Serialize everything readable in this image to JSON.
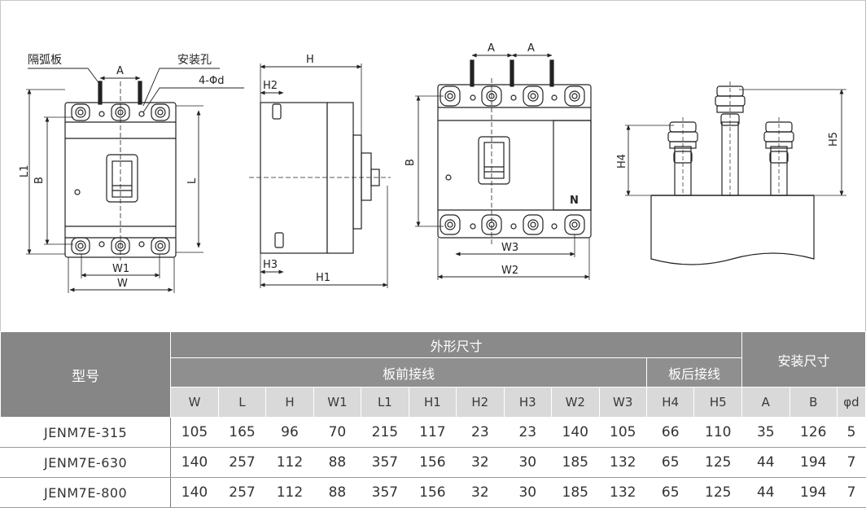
{
  "drawing": {
    "callouts": {
      "arc_plate": "隔弧板",
      "mount_hole": "安装孔",
      "hole_spec": "4-Φd"
    },
    "front_view": {
      "A": "A",
      "L1": "L1",
      "B": "B",
      "L": "L",
      "W1": "W1",
      "W": "W"
    },
    "side_view": {
      "H": "H",
      "H2": "H2",
      "H3": "H3",
      "H1": "H1"
    },
    "four_pole_view": {
      "A_left": "A",
      "A_right": "A",
      "B": "B",
      "N": "N",
      "W3": "W3",
      "W2": "W2"
    },
    "rear_view": {
      "H4": "H4",
      "H5": "H5"
    }
  },
  "table": {
    "model_header": "型号",
    "group_outline": "外形尺寸",
    "group_front": "板前接线",
    "group_rear": "板后接线",
    "group_mount": "安装尺寸",
    "columns": [
      "W",
      "L",
      "H",
      "W1",
      "L1",
      "H1",
      "H2",
      "H3",
      "W2",
      "W3",
      "H4",
      "H5",
      "A",
      "B",
      "φd"
    ],
    "rows": [
      {
        "model": "JENM7E-315",
        "values": [
          "105",
          "165",
          "96",
          "70",
          "215",
          "117",
          "23",
          "23",
          "140",
          "105",
          "66",
          "110",
          "35",
          "126",
          "5"
        ]
      },
      {
        "model": "JENM7E-630",
        "values": [
          "140",
          "257",
          "112",
          "88",
          "357",
          "156",
          "32",
          "30",
          "185",
          "132",
          "65",
          "125",
          "44",
          "194",
          "7"
        ]
      },
      {
        "model": "JENM7E-800",
        "values": [
          "140",
          "257",
          "112",
          "88",
          "357",
          "156",
          "32",
          "30",
          "185",
          "132",
          "65",
          "125",
          "44",
          "194",
          "7"
        ]
      }
    ]
  }
}
